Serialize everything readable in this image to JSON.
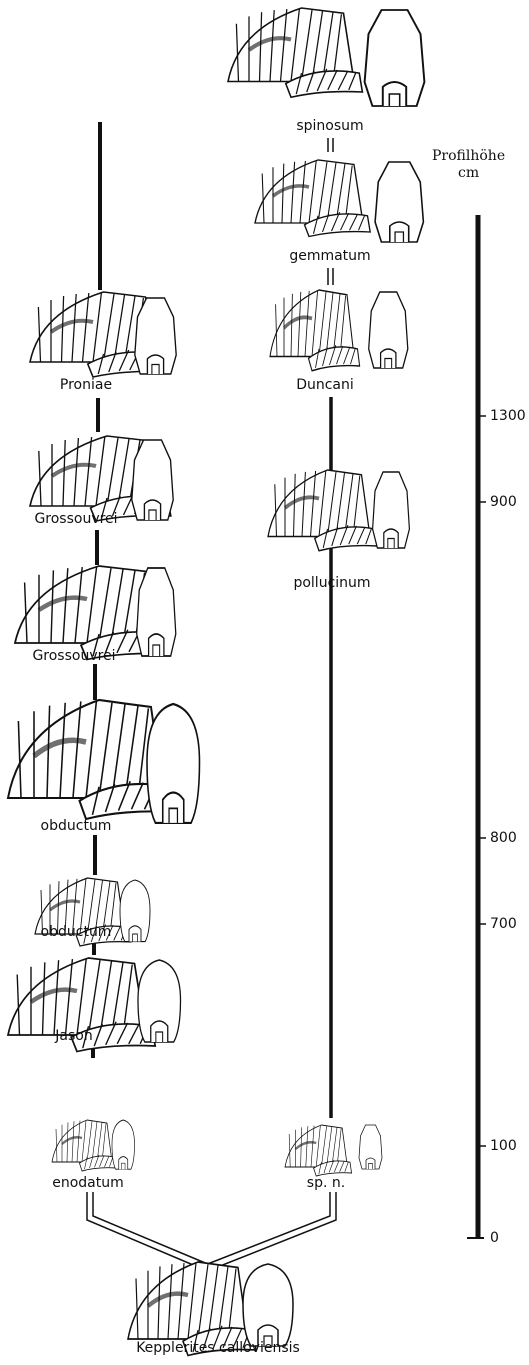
{
  "scale": {
    "title": "Profilhöhe",
    "unit": "cm",
    "ticks": [
      "1300",
      "900",
      "800",
      "700",
      "100",
      "0"
    ]
  },
  "left_lineage": [
    "Proniae",
    "Grossouvrei",
    "Grossouvrei",
    "obductum",
    "obductum",
    "Jason",
    "enodatum"
  ],
  "right_lineage": [
    "spinosum",
    "gemmatum",
    "Duncani",
    "pollucinum",
    "sp. n."
  ],
  "ancestor": "Kepplerites calloviensis",
  "colors": {
    "ink": "#111111",
    "paper": "#ffffff"
  }
}
